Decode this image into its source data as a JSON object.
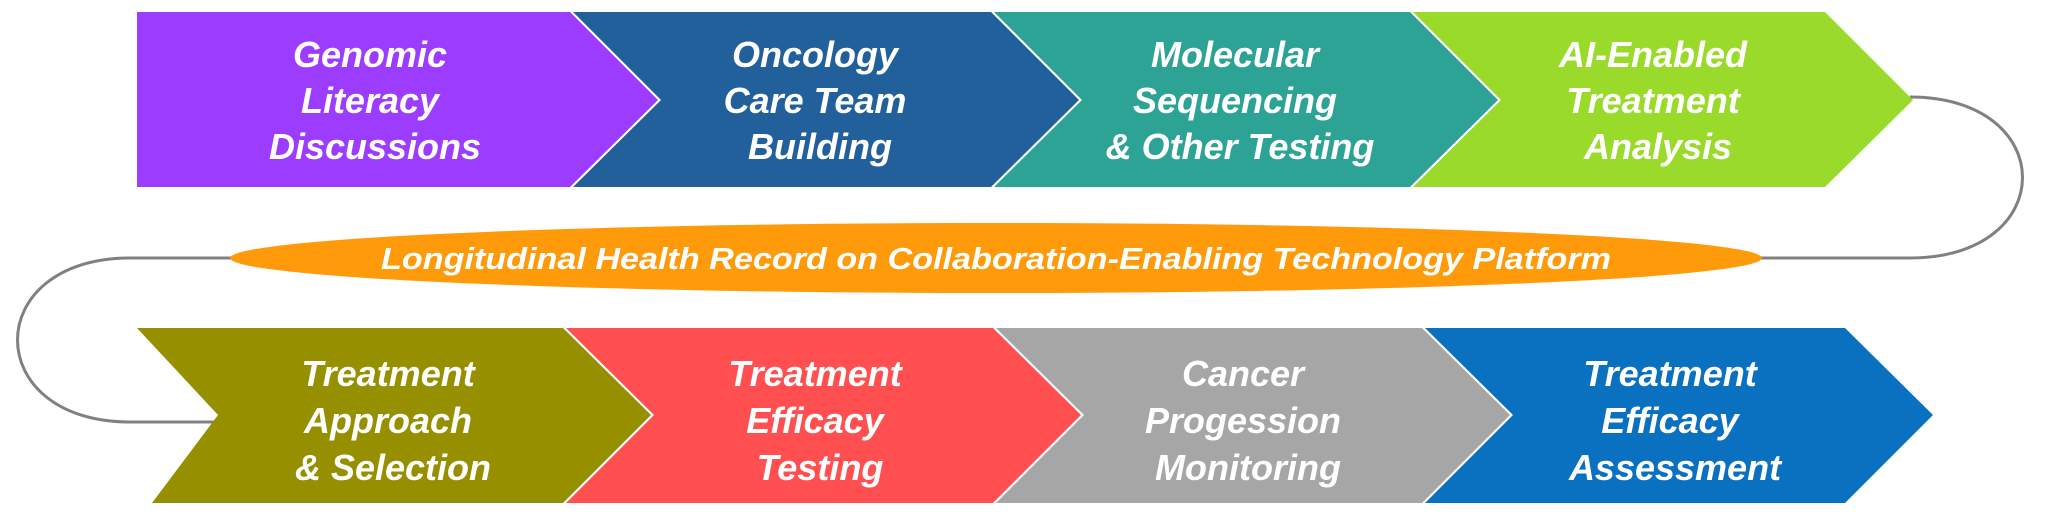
{
  "top_row": [
    {
      "lines": [
        "Genomic",
        "Literacy",
        "Discussions"
      ],
      "color": "#9b3cff"
    },
    {
      "lines": [
        "Oncology",
        "Care Team",
        "Building"
      ],
      "color": "#21609b"
    },
    {
      "lines": [
        "Molecular",
        "Sequencing",
        "& Other Testing"
      ],
      "color": "#2da395"
    },
    {
      "lines": [
        "AI-Enabled",
        "Treatment",
        "Analysis"
      ],
      "color": "#9ada2b"
    }
  ],
  "platform": {
    "label": "Longitudinal Health Record  on Collaboration-Enabling Technology Platform",
    "color": "#ff9a0a"
  },
  "bottom_row": [
    {
      "lines": [
        "Treatment",
        "Approach",
        "&  Selection"
      ],
      "color": "#968f00"
    },
    {
      "lines": [
        "Treatment",
        "Efficacy",
        "Testing"
      ],
      "color": "#ff4f50"
    },
    {
      "lines": [
        "Cancer",
        "Progession",
        "Monitoring"
      ],
      "color": "#a6a6a6"
    },
    {
      "lines": [
        "Treatment",
        "Efficacy",
        "Assessment"
      ],
      "color": "#0a70c0"
    }
  ],
  "connector_color": "#808080"
}
